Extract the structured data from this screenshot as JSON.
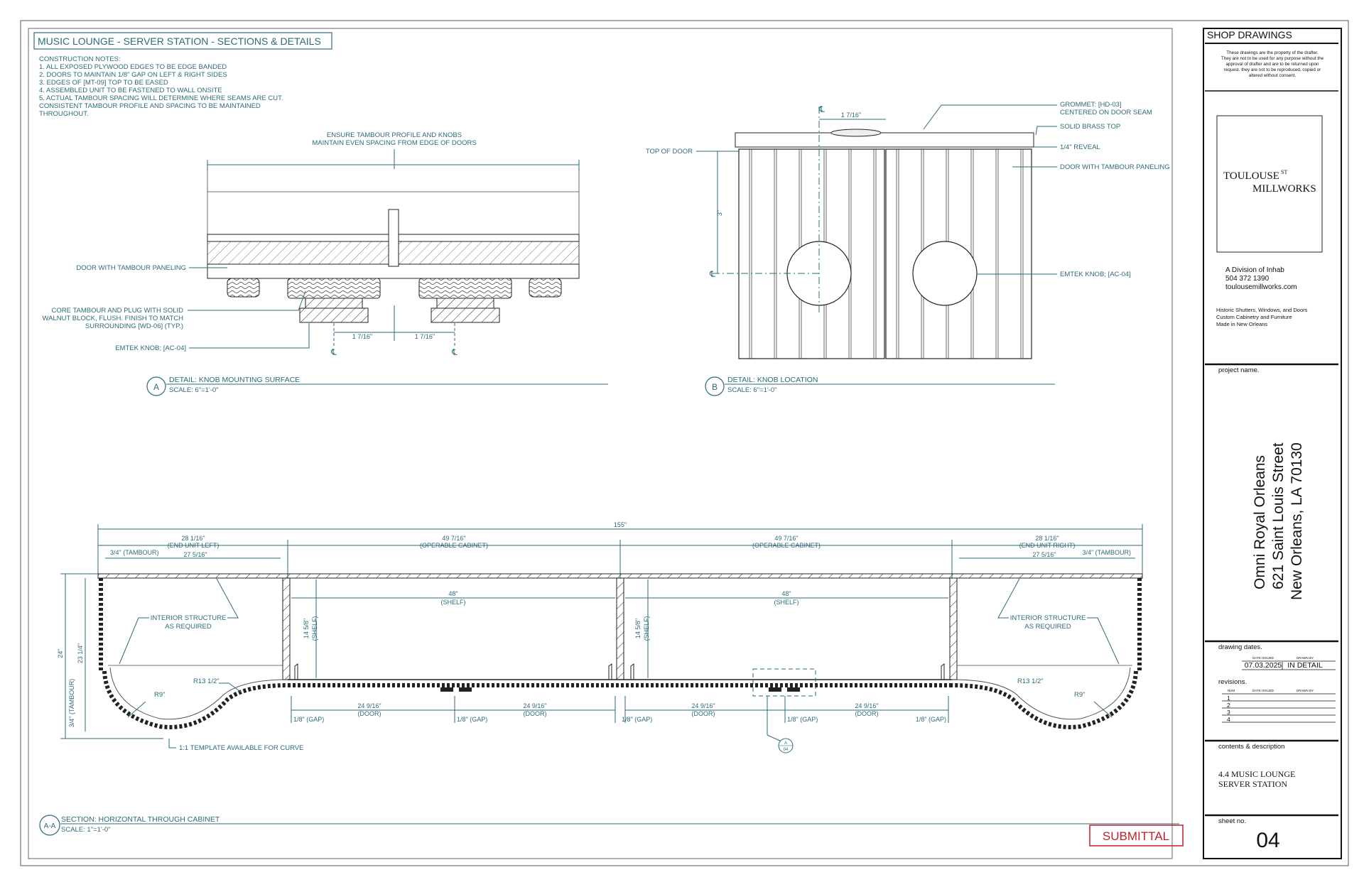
{
  "sheet": {
    "title": "MUSIC LOUNGE - SERVER STATION - SECTIONS & DETAILS",
    "notes": [
      "CONSTRUCTION NOTES:",
      "1. ALL EXPOSED PLYWOOD EDGES TO BE EDGE BANDED",
      "2. DOORS TO MAINTAIN 1/8\" GAP ON LEFT & RIGHT SIDES",
      "3. EDGES OF [MT-09] TOP TO BE EASED",
      "4. ASSEMBLED UNIT TO BE FASTENED TO WALL ONSITE",
      "5. ACTUAL TAMBOUR SPACING WILL DETERMINE WHERE SEAMS ARE CUT.",
      "CONSISTENT TAMBOUR PROFILE AND SPACING TO BE MAINTAINED",
      "THROUGHOUT."
    ],
    "stamp": "SUBMITTAL"
  },
  "detail_a": {
    "marker": "A",
    "title": "DETAIL: KNOB MOUNTING SURFACE",
    "scale": "SCALE: 6\"=1'-0\"",
    "note_top": [
      "ENSURE TAMBOUR PROFILE AND KNOBS",
      "MAINTAIN EVEN SPACING FROM EDGE OF DOORS"
    ],
    "label_door": "DOOR WITH TAMBOUR PANELING",
    "label_core": [
      "CORE TAMBOUR AND PLUG WITH SOLID",
      "WALNUT BLOCK, FLUSH. FINISH TO MATCH",
      "SURROUNDING [WD-06] (TYP.)"
    ],
    "label_knob": "EMTEK KNOB; [AC-04]",
    "dim_left": "1 7/16\"",
    "dim_right": "1 7/16\"",
    "cl": "℄"
  },
  "detail_b": {
    "marker": "B",
    "title": "DETAIL: KNOB LOCATION",
    "scale": "SCALE: 6\"=1'-0\"",
    "label_top_door": "TOP OF DOOR",
    "label_grommet": [
      "GROMMET: [HD-03]",
      "CENTERED ON DOOR SEAM"
    ],
    "label_brass": "SOLID BRASS TOP",
    "label_reveal": "1/4\" REVEAL",
    "label_door": "DOOR WITH TAMBOUR PANELING",
    "label_knob": "EMTEK KNOB; [AC-04]",
    "dim_top": "1 7/16\"",
    "dim_vert": "3\"",
    "cl": "℄"
  },
  "section_aa": {
    "marker": "A-A",
    "title": "SECTION: HORIZONTAL THROUGH CABINET",
    "scale": "SCALE: 1\"=1'-0\"",
    "dim_overall": "155\"",
    "dim_end_left": [
      "28 1/16\"",
      "(END UNIT LEFT)"
    ],
    "dim_op_left": [
      "49 7/16\"",
      "(OPERABLE CABINET)"
    ],
    "dim_op_right": [
      "49 7/16\"",
      "(OPERABLE CABINET)"
    ],
    "dim_end_right": [
      "28 1/16\"",
      "(END UNIT RIGHT)"
    ],
    "dim_tambour_left": "3/4\" (TAMBOUR)",
    "dim_tambour_right": "3/4\" (TAMBOUR)",
    "dim_inner_left": "27 5/16\"",
    "dim_inner_right": "27 5/16\"",
    "shelf_left": [
      "48\"",
      "(SHELF)"
    ],
    "shelf_right": [
      "48\"",
      "(SHELF)"
    ],
    "shelf_depth_left": [
      "14 5/8\"",
      "(SHELF)"
    ],
    "shelf_depth_right": [
      "14 5/8\"",
      "(SHELF)"
    ],
    "interior_left": [
      "INTERIOR STRUCTURE",
      "AS REQUIRED"
    ],
    "interior_right": [
      "INTERIOR STRUCTURE",
      "AS REQUIRED"
    ],
    "depth_24": "24\"",
    "depth_23": "23 1/4\"",
    "depth_tambour": "3/4\" (TAMBOUR)",
    "radius_big_left": "R13 1/2\"",
    "radius_big_right": "R13 1/2\"",
    "radius_small_left": "R9\"",
    "radius_small_right": "R9\"",
    "doors": [
      [
        "24 9/16\"",
        "(DOOR)"
      ],
      [
        "24 9/16\"",
        "(DOOR)"
      ],
      [
        "24 9/16\"",
        "(DOOR)"
      ],
      [
        "24 9/16\"",
        "(DOOR)"
      ]
    ],
    "gap": "1/8\" (GAP)",
    "template_note": "1:1 TEMPLATE AVAILABLE FOR CURVE",
    "callout_top": "A",
    "callout_bottom": "04"
  },
  "title_block": {
    "header": "SHOP DRAWINGS",
    "disclaimer": [
      "These drawings are the property of the drafter.",
      "They are not to be used for any purpose without the",
      "approval of drafter and are to be returned upon",
      "request. they are not to be reproduced, copied or",
      "altered without consent."
    ],
    "logo_line1": "TOULOUSE",
    "logo_st": "ST",
    "logo_line2": "MILLWORKS",
    "company": [
      "A Division of Inhab",
      "504 372 1390",
      "toulousemillworks.com"
    ],
    "services": [
      "Historic Shutters, Windows, and Doors",
      "Custom Cabinetry and Furniture",
      "Made in New Orleans"
    ],
    "project_label": "project name.",
    "project": [
      "Omni Royal Orleans",
      "621 Saint Louis Street",
      "New Orleans, LA 70130"
    ],
    "dates_label": "drawing dates.",
    "date_issued_hdr": "DATE ISSUED",
    "drawn_by_hdr": "DRAWN BY",
    "date_issued": "07.03.2025",
    "drawn_by": "IN DETAIL",
    "revisions_label": "revisions.",
    "rev_num_hdr": "NUM",
    "rev_date_hdr": "DATE ISSUED",
    "rev_drawn_hdr": "DRAWN BY",
    "rev_nums": [
      "1",
      "2",
      "3",
      "4"
    ],
    "contents_label": "contents & description",
    "contents": [
      "4.4 MUSIC LOUNGE",
      "SERVER STATION"
    ],
    "sheet_label": "sheet no.",
    "sheet_no": "04"
  }
}
